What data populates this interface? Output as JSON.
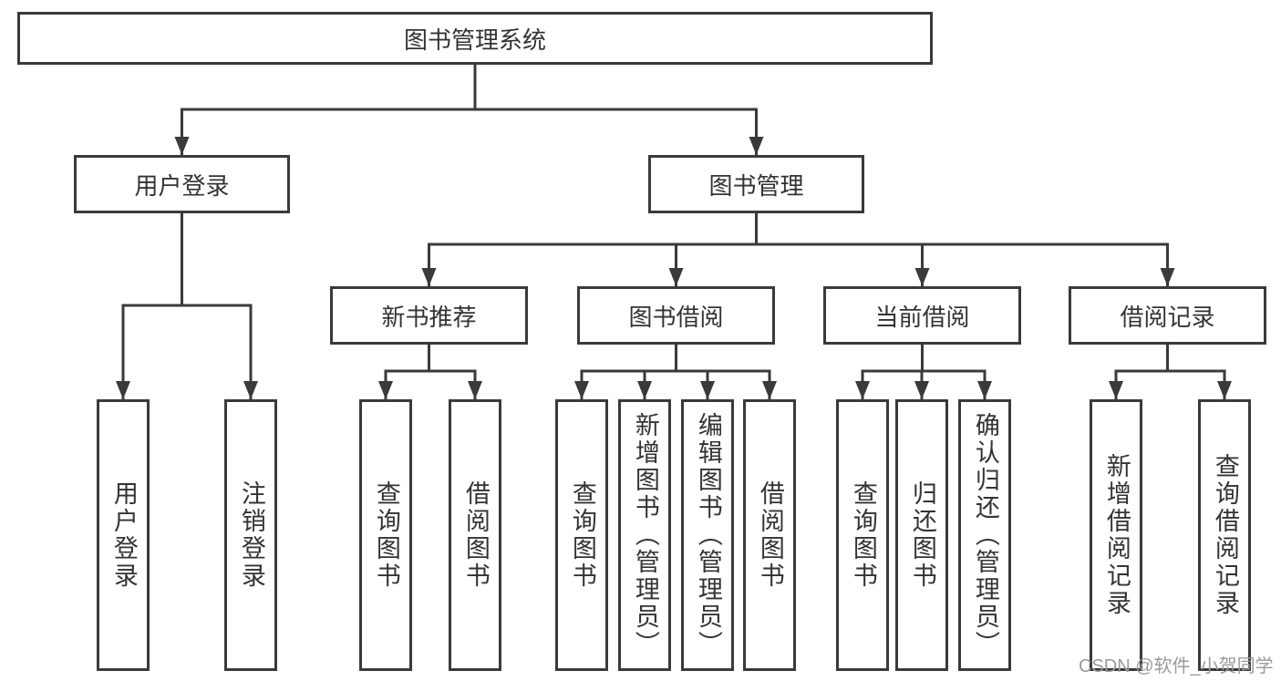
{
  "root": {
    "label": "图书管理系统",
    "children": [
      {
        "label": "用户登录",
        "leaves": [
          "用户登录",
          "注销登录"
        ]
      },
      {
        "label": "图书管理",
        "children": [
          {
            "label": "新书推荐",
            "leaves": [
              "查询图书",
              "借阅图书"
            ]
          },
          {
            "label": "图书借阅",
            "leaves": [
              "查询图书",
              "新增图书（管理员）",
              "编辑图书（管理员）",
              "借阅图书"
            ]
          },
          {
            "label": "当前借阅",
            "leaves": [
              "查询图书",
              "归还图书",
              "确认归还（管理员）"
            ]
          },
          {
            "label": "借阅记录",
            "leaves": [
              "新增借阅记录",
              "查询借阅记录"
            ]
          }
        ]
      }
    ]
  },
  "watermark": {
    "text": "CSDN @软件_小贺同学",
    "color": "#9b9b9b"
  },
  "colors": {
    "background": "#ffffff",
    "box_fill": "#ffffff",
    "box_border": "#3a3a3a",
    "line": "#3a3a3a",
    "text": "#333333"
  }
}
